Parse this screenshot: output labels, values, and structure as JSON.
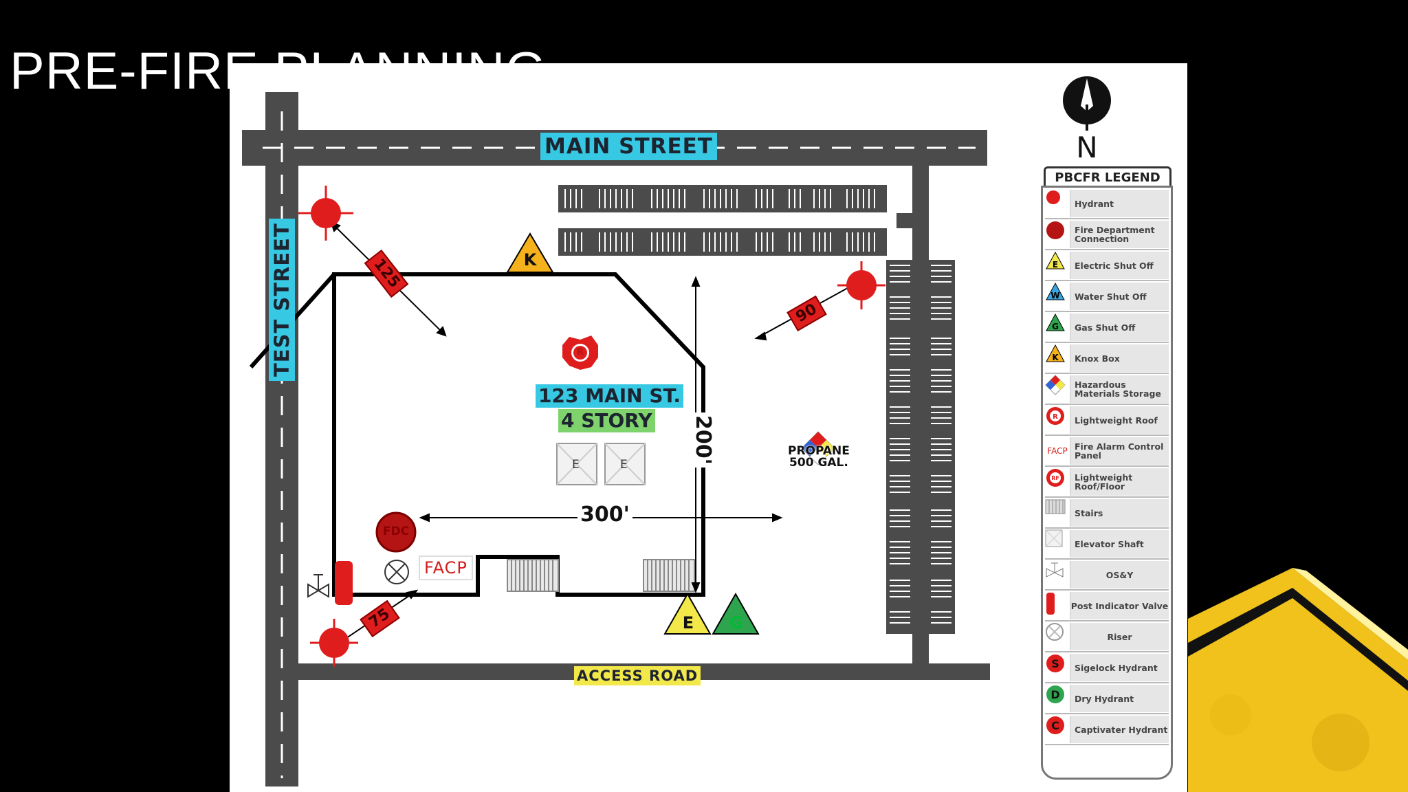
{
  "slide": {
    "title": "PRE-FIRE PLANNING"
  },
  "map": {
    "streets": {
      "main": "MAIN STREET",
      "access": "ACCESS ROAD",
      "test": "TEST STREET"
    },
    "building": {
      "address": "123 MAIN ST.",
      "stories": "4 STORY",
      "width": "300'",
      "depth": "200'",
      "elevator_labels": [
        "E",
        "E"
      ],
      "facp": "FACP",
      "fdc": "FDC"
    },
    "distances": [
      "125",
      "90",
      "75"
    ],
    "propane": [
      "PROPANE",
      "500 GAL."
    ],
    "symbols": {
      "knox": "K",
      "electric": "E",
      "gas": "G",
      "roof": "R"
    },
    "north": "N"
  },
  "legend": {
    "title": "PBCFR LEGEND",
    "items": [
      {
        "icon": "hydrant-icon",
        "label": "Hydrant"
      },
      {
        "icon": "fdc-icon",
        "label": "Fire Department Connection"
      },
      {
        "icon": "electric-shutoff-icon",
        "label": "Electric Shut Off"
      },
      {
        "icon": "water-shutoff-icon",
        "label": "Water Shut Off"
      },
      {
        "icon": "gas-shutoff-icon",
        "label": "Gas Shut Off"
      },
      {
        "icon": "knox-box-icon",
        "label": "Knox Box"
      },
      {
        "icon": "hazmat-diamond-icon",
        "label": "Hazardous Materials Storage"
      },
      {
        "icon": "lightweight-roof-icon",
        "label": "Lightweight Roof"
      },
      {
        "icon": "facp-icon",
        "label": "Fire Alarm Control Panel"
      },
      {
        "icon": "lightweight-roof-floor-icon",
        "label": "Lightweight Roof/Floor"
      },
      {
        "icon": "stairs-icon",
        "label": "Stairs"
      },
      {
        "icon": "elevator-shaft-icon",
        "label": "Elevator Shaft"
      },
      {
        "icon": "osy-icon",
        "label": "OS&Y"
      },
      {
        "icon": "post-indicator-valve-icon",
        "label": "Post Indicator Valve"
      },
      {
        "icon": "riser-icon",
        "label": "Riser"
      },
      {
        "icon": "sigelock-hydrant-icon",
        "label": "Sigelock Hydrant"
      },
      {
        "icon": "dry-hydrant-icon",
        "label": "Dry Hydrant"
      },
      {
        "icon": "captivator-hydrant-icon",
        "label": "Captivater Hydrant"
      }
    ],
    "icon_text": {
      "electric": "E",
      "water": "W",
      "gas": "G",
      "knox": "K",
      "roof": "R",
      "facp": "FACP",
      "roof_floor": "RF",
      "sigelock": "S",
      "dry": "D",
      "captivator": "C"
    },
    "colors": {
      "red": "#e01d1d",
      "yellow": "#f3e84a",
      "green": "#2ea44f",
      "blue": "#37c9e3"
    }
  }
}
